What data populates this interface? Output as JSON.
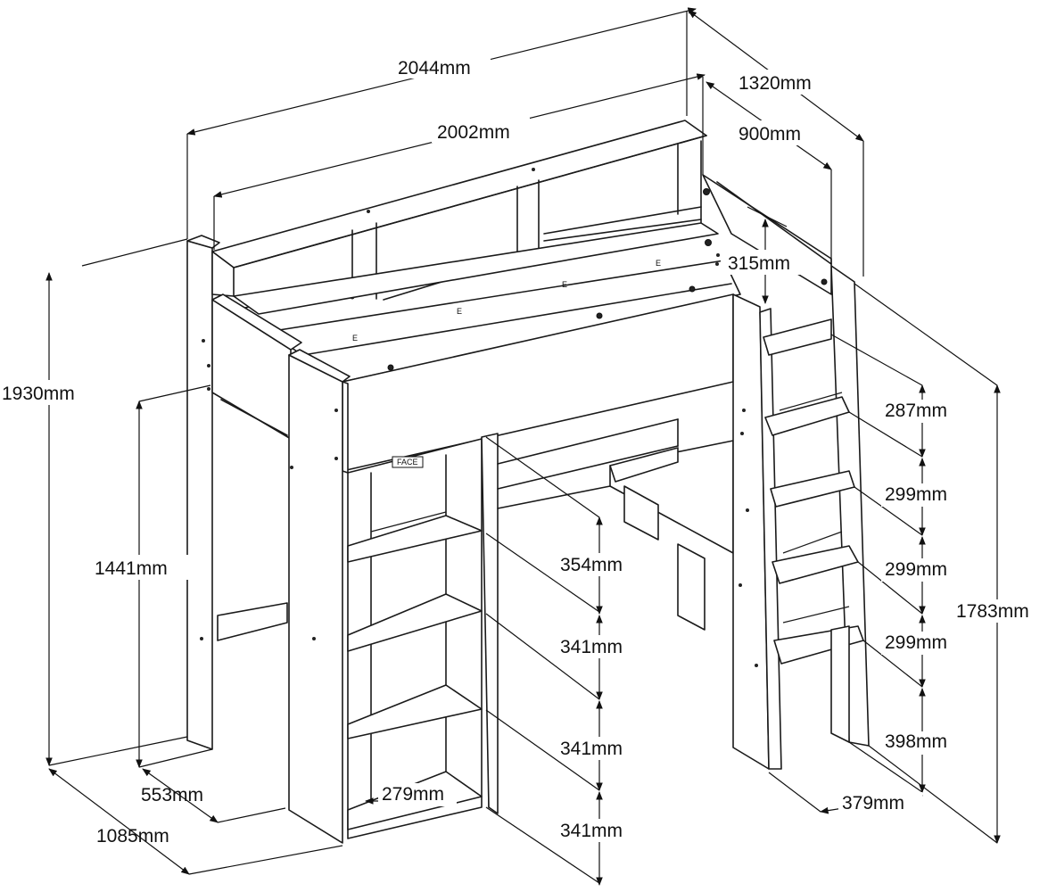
{
  "dimensions": {
    "total_length": "2044mm",
    "inner_length": "2002mm",
    "total_depth": "1320mm",
    "inner_depth": "900mm",
    "rail_height": "315mm",
    "total_height": "1930mm",
    "under_bed_height": "1441mm",
    "ladder_top_step": "287mm",
    "ladder_step_1": "299mm",
    "ladder_step_2": "299mm",
    "ladder_step_3": "299mm",
    "ladder_bottom_step": "398mm",
    "ladder_total_height": "1783mm",
    "ladder_width": "379mm",
    "shelf_top": "354mm",
    "shelf_2": "341mm",
    "shelf_3": "341mm",
    "shelf_4": "341mm",
    "shelf_depth": "279mm",
    "side_depth": "553mm",
    "bottom_depth": "1085mm"
  },
  "stamp": "FACE"
}
